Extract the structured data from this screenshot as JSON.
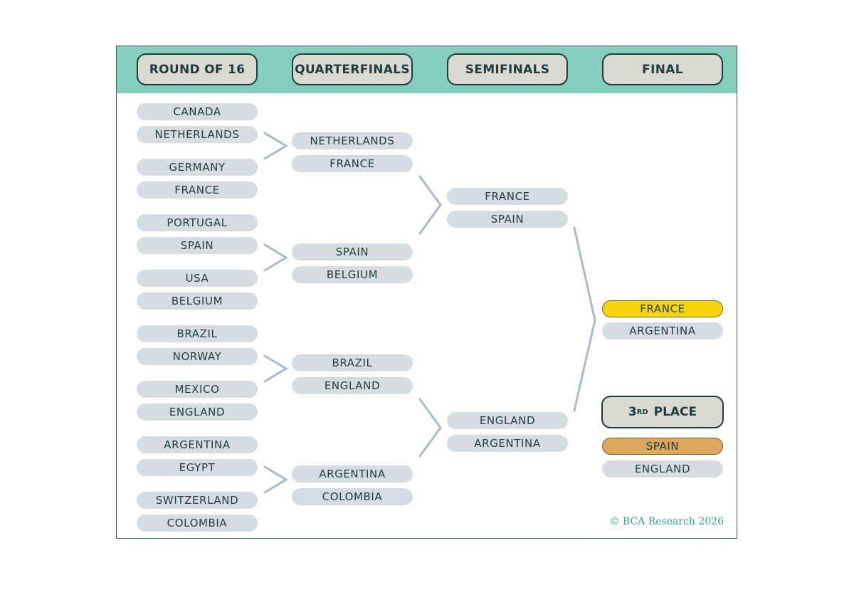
{
  "headers": {
    "r16": "ROUND OF 16",
    "qf": "QUARTERFINALS",
    "sf": "SEMIFINALS",
    "final": "FINAL"
  },
  "round_of_16": [
    "CANADA",
    "NETHERLANDS",
    "GERMANY",
    "FRANCE",
    "PORTUGAL",
    "SPAIN",
    "USA",
    "BELGIUM",
    "BRAZIL",
    "NORWAY",
    "MEXICO",
    "ENGLAND",
    "ARGENTINA",
    "EGYPT",
    "SWITZERLAND",
    "COLOMBIA"
  ],
  "quarterfinals": [
    "NETHERLANDS",
    "FRANCE",
    "SPAIN",
    "BELGIUM",
    "BRAZIL",
    "ENGLAND",
    "ARGENTINA",
    "COLOMBIA"
  ],
  "semifinals": [
    "FRANCE",
    "SPAIN",
    "ENGLAND",
    "ARGENTINA"
  ],
  "final": {
    "winner": "FRANCE",
    "runner_up": "ARGENTINA"
  },
  "third_place": {
    "label_num": "3",
    "label_sup": "RD",
    "label_text": "PLACE",
    "winner": "SPAIN",
    "loser": "ENGLAND"
  },
  "credit": "© BCA Research 2026",
  "colors": {
    "header_band": "#86cfbd",
    "pill": "#d5dde1",
    "gold": "#f8d40a",
    "bronze": "#dca85c",
    "text": "#1f3b3b",
    "credit": "#2aa889",
    "connector": "#a9bcc6"
  }
}
